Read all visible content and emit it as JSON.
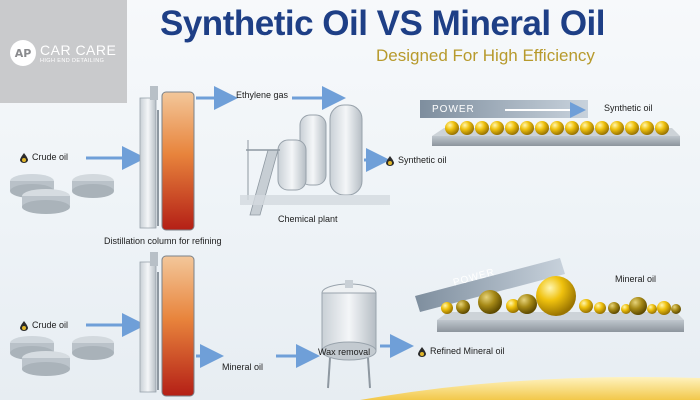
{
  "header": {
    "title": "Synthetic Oil VS Mineral Oil",
    "subtitle": "Designed For High Efficiency"
  },
  "logo": {
    "mark": "AP",
    "brand": "CAR CARE",
    "tagline": "HIGH END DETAILING"
  },
  "synthetic_process": {
    "ethylene_gas": "Ethylene gas",
    "crude_oil": "Crude oil",
    "column_label": "Distillation column for refining",
    "chemical_plant": "Chemical plant",
    "output": "Synthetic oil",
    "power_label": "POWER",
    "oil_label": "Synthetic oil"
  },
  "mineral_process": {
    "crude_oil": "Crude oil",
    "mineral_oil": "Mineral oil",
    "wax_removal": "Wax removal",
    "output": "Refined Mineral oil",
    "power_label": "POWER",
    "oil_label": "Mineral oil"
  },
  "colors": {
    "title": "#1e3f86",
    "subtitle": "#b79a2c",
    "gold": "#e6b800",
    "arrow": "#6f9fd8"
  }
}
